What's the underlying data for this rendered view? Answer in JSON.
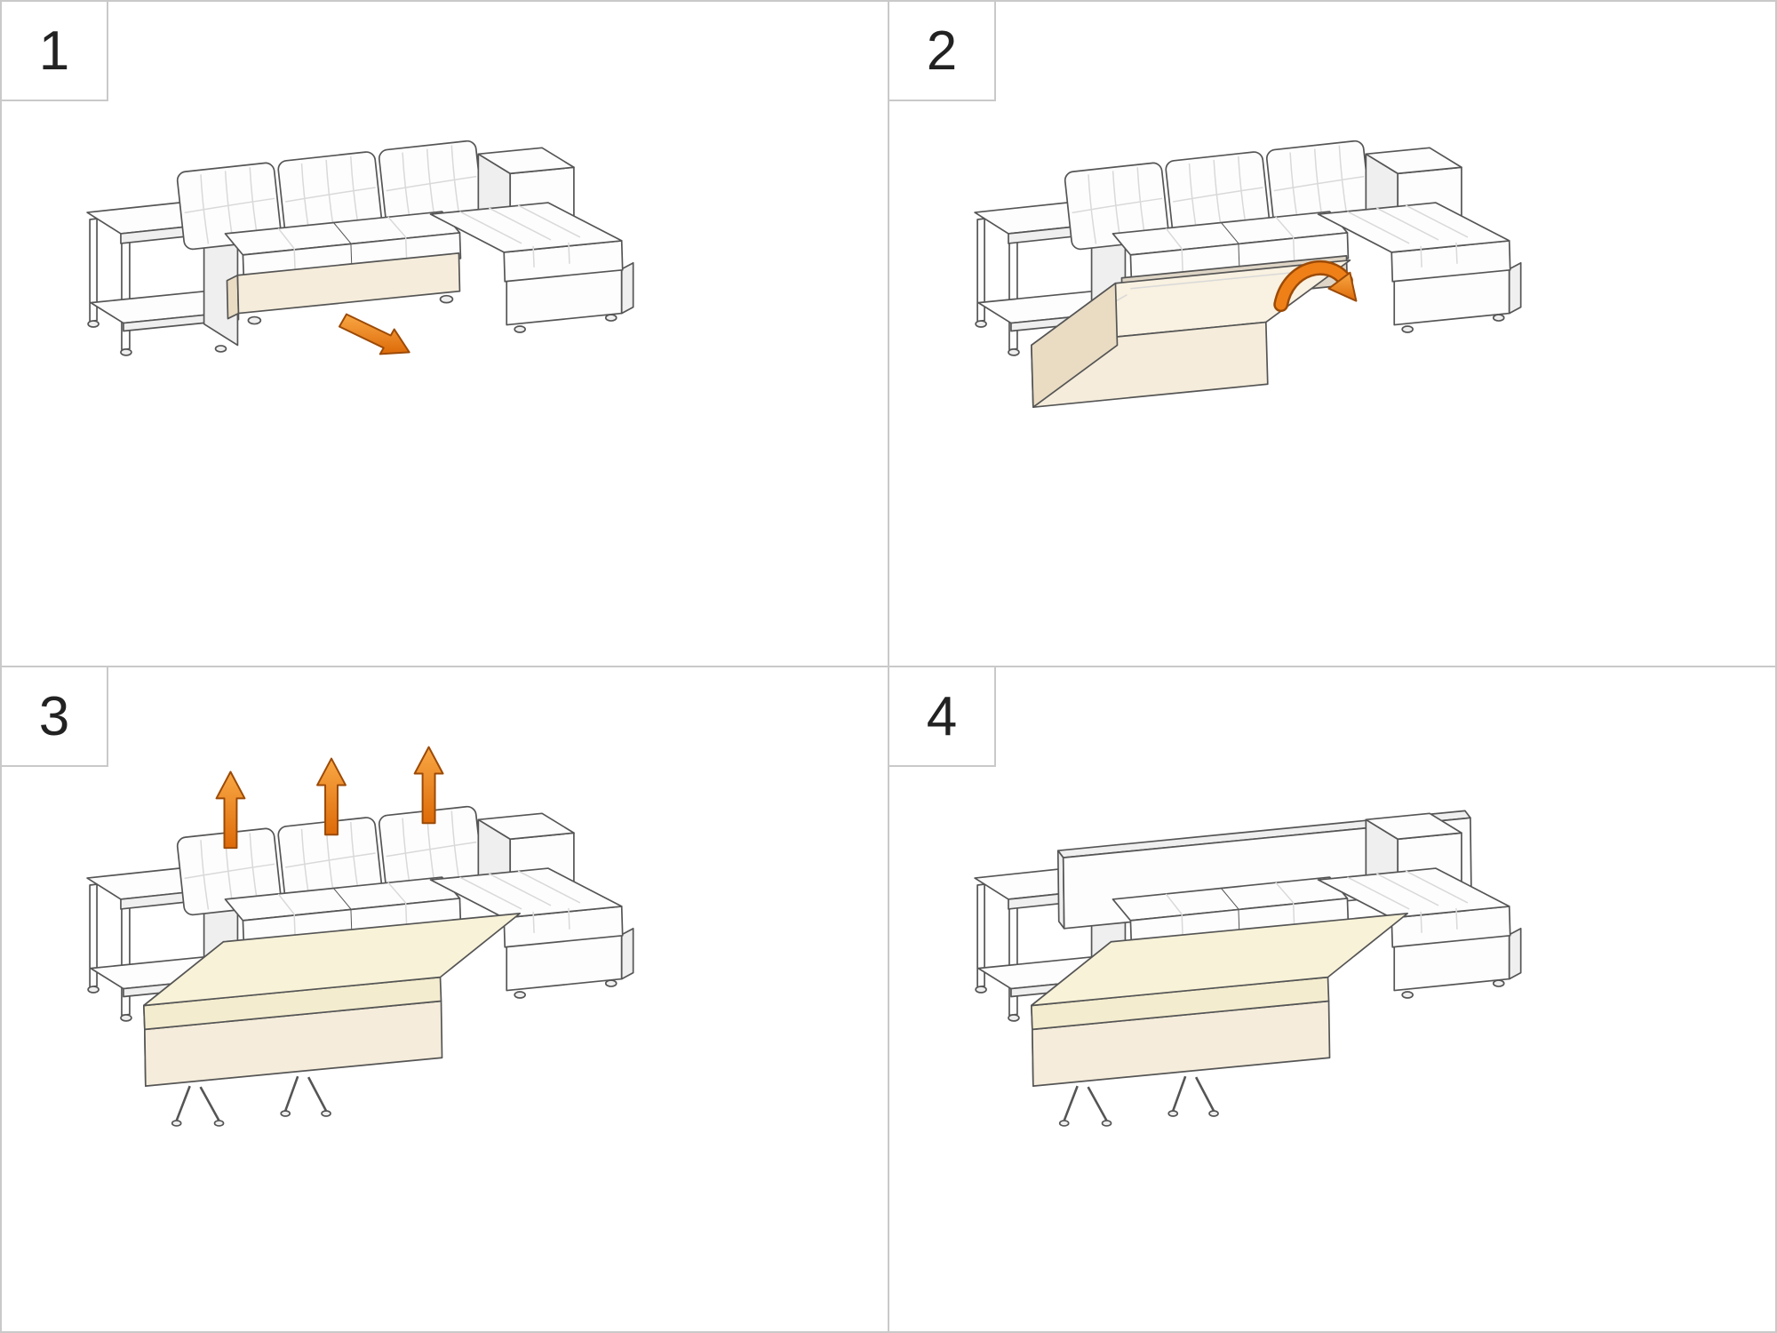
{
  "document": {
    "type": "assembly-instructions",
    "subject": "corner-sofa-bed-unfolding"
  },
  "colors": {
    "accent_light": "#f9a845",
    "accent_mid": "#ef8018",
    "accent_deep": "#dd6a08",
    "accent_outline": "#9c4a06",
    "beige": "#f5ecdb",
    "beige_dark": "#e9dcc3",
    "beige_light": "#f9f1e1",
    "cream": "#f8f2d8",
    "line": "#555555",
    "border": "#c9c9c9",
    "background": "#ffffff",
    "text": "#222222"
  },
  "steps": [
    {
      "number": "1",
      "illustration": "sofa-assembled",
      "action": "pull-out-underseat-drawer",
      "arrow_icon": "pull-out-arrow-icon"
    },
    {
      "number": "2",
      "illustration": "sofa-drawer-extended",
      "action": "unfold-bed-base-from-drawer",
      "arrow_icon": "flip-over-arrow-icon"
    },
    {
      "number": "3",
      "illustration": "sofa-bed-base-extended",
      "action": "lift-off-back-cushions",
      "arrow_icon": "lift-up-arrow-icon"
    },
    {
      "number": "4",
      "illustration": "sofa-converted-to-bed",
      "action": "bed-ready",
      "arrow_icon": ""
    }
  ]
}
